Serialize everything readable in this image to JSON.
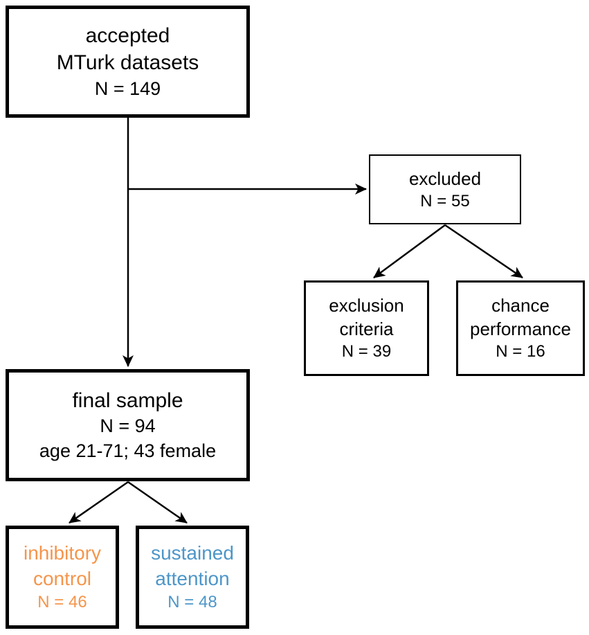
{
  "colors": {
    "inhibitory_control_text": "#F5954B",
    "sustained_attention_text": "#4D96C8",
    "box_border": "#000000",
    "box_background": "#FFFFFF",
    "arrow": "#000000"
  },
  "boxes": {
    "accepted": {
      "line1": "accepted",
      "line2": "MTurk datasets",
      "n": "N = 149"
    },
    "excluded": {
      "line1": "excluded",
      "n": "N = 55"
    },
    "exclusion_criteria": {
      "line1": "exclusion",
      "line2": "criteria",
      "n": "N = 39"
    },
    "chance_performance": {
      "line1": "chance",
      "line2": "performance",
      "n": "N = 16"
    },
    "final_sample": {
      "line1": "final sample",
      "n": "N = 94",
      "detail": "age 21-71; 43 female"
    },
    "inhibitory_control": {
      "line1": "inhibitory",
      "line2": "control",
      "n": "N = 46"
    },
    "sustained_attention": {
      "line1": "sustained",
      "line2": "attention",
      "n": "N = 48"
    }
  },
  "edges": [
    {
      "from": "accepted",
      "to": "final_sample"
    },
    {
      "from": "accepted",
      "to": "excluded"
    },
    {
      "from": "excluded",
      "to": "exclusion_criteria"
    },
    {
      "from": "excluded",
      "to": "chance_performance"
    },
    {
      "from": "final_sample",
      "to": "inhibitory_control"
    },
    {
      "from": "final_sample",
      "to": "sustained_attention"
    }
  ]
}
